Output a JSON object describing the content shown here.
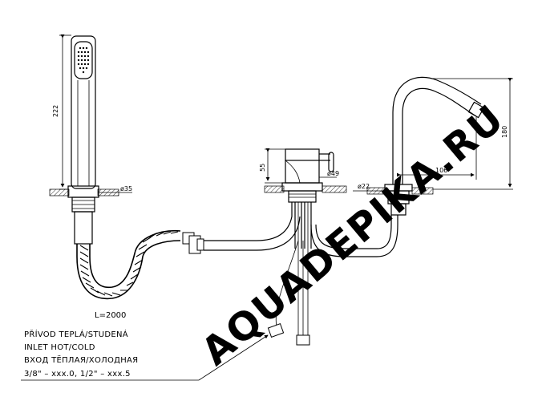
{
  "dimensions": {
    "hand_shower_height": "222",
    "hand_shower_diameter": "ø35",
    "hose_length": "L=2000",
    "mixer_height": "55",
    "mixer_diameter": "ø49",
    "spout_diameter": "ø22",
    "spout_reach": "106",
    "spout_height": "180"
  },
  "notes": {
    "line1": "PŘÍVOD TEPLÁ/STUDENÁ",
    "line2": "INLET HOT/COLD",
    "line3": "ВХОД ТЁПЛАЯ/ХОЛОДНАЯ",
    "line4": "3/8\" – xxx.0, 1/2\" – xxx.5"
  },
  "watermark": "AQUADEPIKA.RU"
}
